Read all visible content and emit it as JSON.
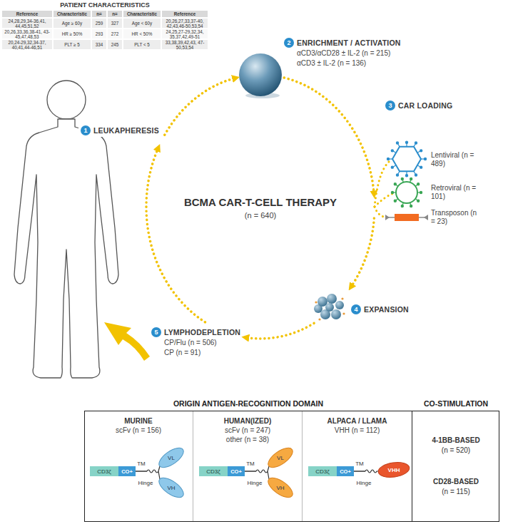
{
  "diagram": {
    "title": "BCMA CAR-T-CELL THERAPY",
    "nodes": [
      {
        "text": [
          "1",
          "LEUKAPHERESIS"
        ]
      },
      {
        "text": [
          "2",
          "ENRICHMENT / ACTIVATION",
          "αCD3/αCD28 ± IL-2 (n = 215)",
          "αCD3 ± IL-2 (n = 136)"
        ]
      },
      {
        "text": [
          "3",
          "CAR LOADING",
          "Lentiviral (n = 489)",
          "Retroviral (n = 101)",
          "Transposon (n = 23)"
        ]
      },
      {
        "text": [
          "4",
          "EXPANSION"
        ]
      },
      {
        "text": [
          "5",
          "LYMPHODEPLETION",
          "CP/Flu (n = 506)",
          "CP (n = 91)"
        ]
      },
      {
        "text": [
          "ORIGIN ANTIGEN-RECOGNITION DOMAIN"
        ]
      },
      {
        "text": [
          "MURINE",
          "scFv (n = 156)"
        ],
        "in": 5
      },
      {
        "text": [
          "HUMAN(IZED)",
          "scFv (n = 247)",
          "other (n = 38)"
        ],
        "in": 5
      },
      {
        "text": [
          "ALPACA / LLAMA",
          "VHH (n = 112)"
        ],
        "in": 5
      },
      {
        "text": [
          "CO-STIMULATION",
          "4-1BB-BASED",
          "(n = 520)",
          "CD28-BASED",
          "(n = 115)"
        ]
      }
    ],
    "edges": [
      {
        "from": 0,
        "to": 1,
        "arrow": "to"
      },
      {
        "from": 1,
        "to": 2,
        "arrow": "to"
      },
      {
        "from": 2,
        "to": 3,
        "arrow": "to"
      },
      {
        "from": 3,
        "to": 4,
        "arrow": "to"
      },
      {
        "from": 4,
        "to": 0,
        "arrow": "to"
      }
    ],
    "labels": [
      "PATIENT CHARACTERISTICS",
      "Reference",
      "Characteristic",
      "n=",
      "n=",
      "Characteristic",
      "Reference",
      "24,28,29,34-36,41, 44,45,51,52",
      "Age ≥ 60y",
      "259",
      "327",
      "Age < 60y",
      "20,26,27,33,37-40, 42,43,46-50,53,54",
      "20,26,33,36,38-41, 43-45,47,48,53",
      "HR ≥ 50%",
      "293",
      "272",
      "HR < 50%",
      "24,25,27-29,32,34, 35,37,42,49-51",
      "20,24-29,32,34-37, 40,41,44-46,51",
      "PLT ≥ 5",
      "334",
      "245",
      "PLT < 5",
      "33,38,39,42,43, 47-50,53,54",
      "(n = 640)",
      "CD3ζ",
      "CO+",
      "TM",
      "Hinge",
      "VL",
      "VH",
      "CD3ζ",
      "CO+",
      "TM",
      "Hinge",
      "VL",
      "VH",
      "CD3ζ",
      "CO+",
      "TM",
      "Hinge",
      "VHH"
    ]
  }
}
